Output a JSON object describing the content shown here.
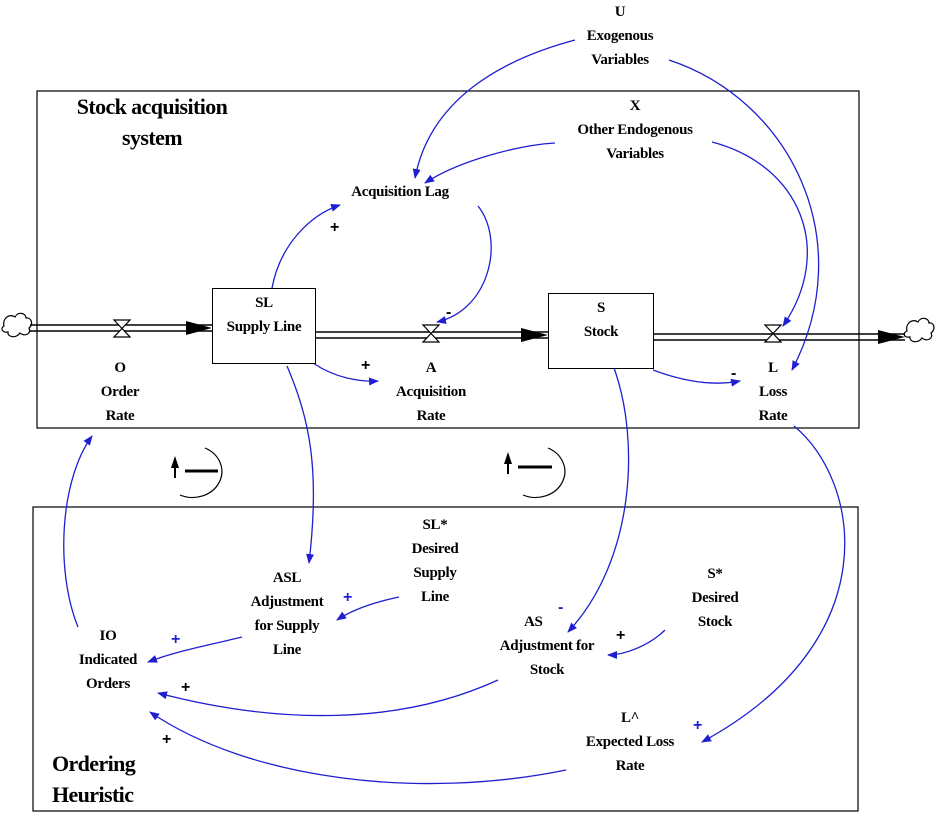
{
  "boxes": {
    "top_title": [
      "Stock acquisition",
      "system"
    ],
    "bottom_title": [
      "Ordering",
      "Heuristic"
    ]
  },
  "stocks": {
    "supply_line": [
      "SL",
      "Supply Line"
    ],
    "stock": [
      "S",
      "Stock"
    ]
  },
  "variables": {
    "exogenous": [
      "U",
      "Exogenous",
      "Variables"
    ],
    "endogenous": [
      "X",
      "Other Endogenous",
      "Variables"
    ],
    "acquisition_lag": [
      "Acquisition Lag"
    ],
    "order_rate": [
      "O",
      "Order",
      "Rate"
    ],
    "acquisition_rate": [
      "A",
      "Acquisition",
      "Rate"
    ],
    "loss_rate": [
      "L",
      "Loss",
      "Rate"
    ],
    "desired_supply_line": [
      "SL*",
      "Desired",
      "Supply",
      "Line"
    ],
    "adjustment_supply_line": [
      "ASL",
      "Adjustment",
      "for Supply",
      "Line"
    ],
    "indicated_orders": [
      "IO",
      "Indicated",
      "Orders"
    ],
    "adjustment_stock": [
      "AS",
      "Adjustment for",
      "Stock"
    ],
    "desired_stock": [
      "S*",
      "Desired",
      "Stock"
    ],
    "expected_loss_rate": [
      "L^",
      "Expected Loss",
      "Rate"
    ]
  },
  "polarities": {
    "sl_to_lag": "+",
    "lag_to_acq": "-",
    "sl_to_acq": "+",
    "stock_to_loss": "-",
    "slstar_to_asl": "+",
    "asl_to_io": "+",
    "as_to_io": "+",
    "elr_to_io": "+",
    "stock_to_as": "-",
    "sstar_to_as": "+",
    "loss_to_elr": "+"
  },
  "colors": {
    "link": "#1f1fd0",
    "flow": "#000000",
    "background": "#ffffff"
  }
}
